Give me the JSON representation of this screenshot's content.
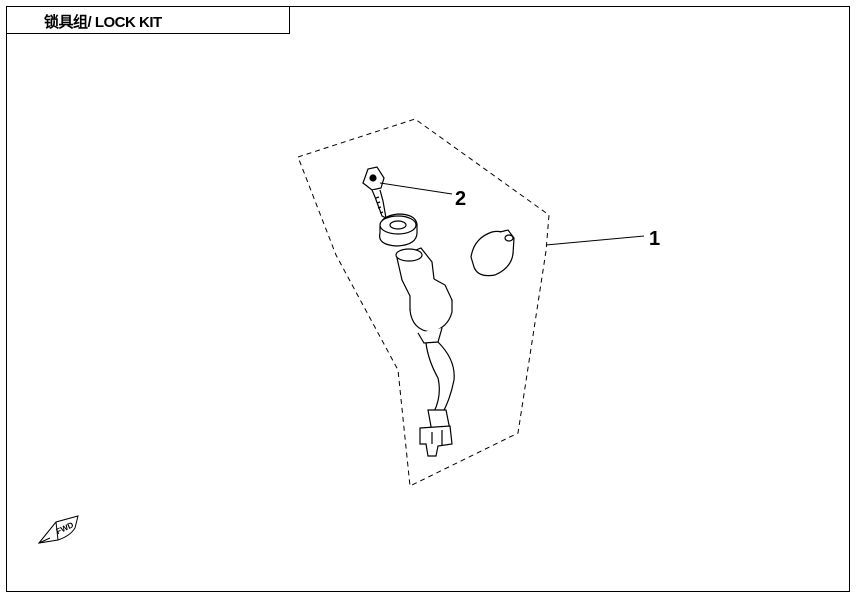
{
  "title": "锁具组/ LOCK KIT",
  "callouts": [
    {
      "label": "1",
      "part": "lock kit assembly"
    },
    {
      "label": "2",
      "part": "key"
    }
  ],
  "direction_marker": "FWD",
  "colors": {
    "line": "#000000",
    "background": "#ffffff"
  }
}
